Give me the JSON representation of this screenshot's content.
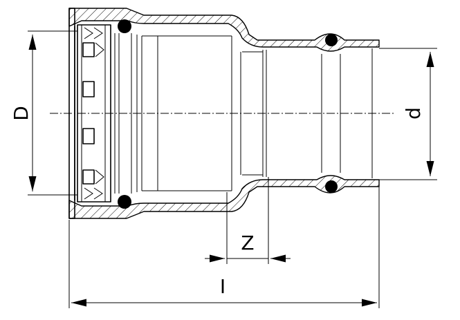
{
  "diagram": {
    "dimension_labels": {
      "outer_diameter": "D",
      "inner_diameter": "d",
      "insertion_depth": "Z",
      "overall_length": "I"
    }
  }
}
